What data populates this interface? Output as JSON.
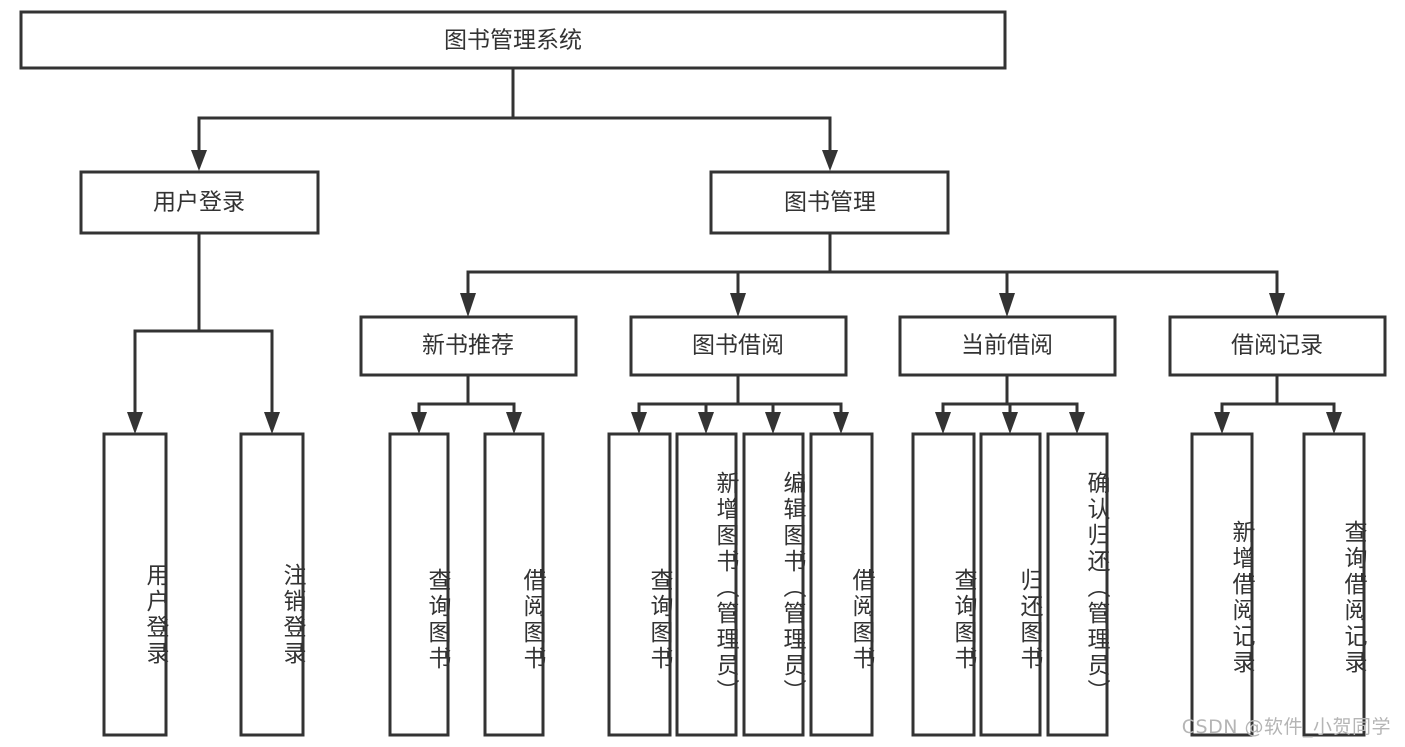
{
  "diagram": {
    "title": "图书管理系统",
    "type": "tree",
    "root": {
      "label": "图书管理系统"
    },
    "level2": [
      {
        "label": "用户登录"
      },
      {
        "label": "图书管理"
      }
    ],
    "level3": [
      {
        "label": "新书推荐"
      },
      {
        "label": "图书借阅"
      },
      {
        "label": "当前借阅"
      },
      {
        "label": "借阅记录"
      }
    ],
    "leaves": {
      "user_login": [
        {
          "label": "用户登录"
        },
        {
          "label": "注销登录"
        }
      ],
      "new_book_recommend": [
        {
          "label": "查询图书"
        },
        {
          "label": "借阅图书"
        }
      ],
      "book_borrow": [
        {
          "label": "查询图书"
        },
        {
          "label": "新增图书（管理员）"
        },
        {
          "label": "编辑图书（管理员）"
        },
        {
          "label": "借阅图书"
        }
      ],
      "current_borrow": [
        {
          "label": "查询图书"
        },
        {
          "label": "归还图书"
        },
        {
          "label": "确认归还（管理员）"
        }
      ],
      "borrow_record": [
        {
          "label": "新增借阅记录"
        },
        {
          "label": "查询借阅记录"
        }
      ]
    }
  },
  "watermark": {
    "text": "CSDN @软件_小贺同学"
  },
  "colors": {
    "stroke": "#333333",
    "fill": "#ffffff",
    "text": "#333333",
    "watermark": "#b5b5b5"
  }
}
